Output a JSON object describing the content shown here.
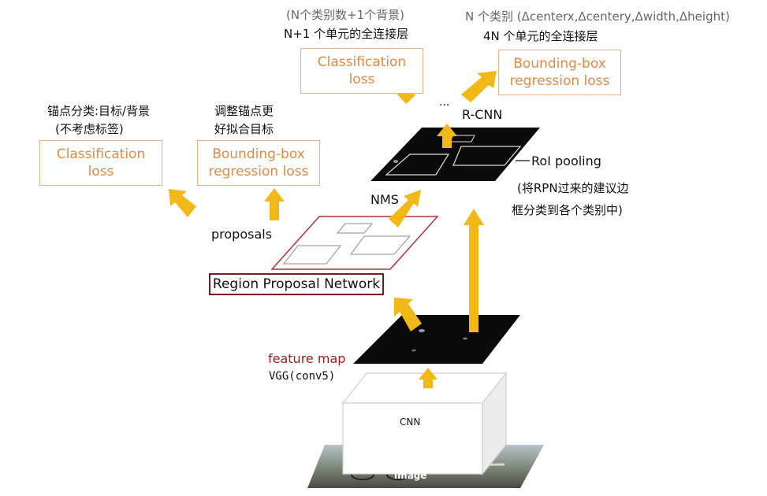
{
  "n_classes_bg_note": "(N个类别数+1个背景)",
  "fc_cls_note": "N+1 个单元的全连接层",
  "n_classes_delta_note": "N 个类别 (Δcenterx,Δcentery,Δwidth,Δheight)",
  "fc_reg_note": "4N 个单元的全连接层",
  "rcnn_cls_box": [
    "Classification",
    "loss"
  ],
  "rcnn_reg_box": [
    "Bounding-box",
    "regression loss"
  ],
  "ellipsis": "...",
  "rcnn_label": "R-CNN",
  "roi_pooling_label": "RoI pooling",
  "roi_note": [
    "(将RPN过来的建议边",
    "框分类到各个类别中)"
  ],
  "nms_label": "NMS",
  "rpn_cls_note": [
    "锚点分类:目标/背景",
    "(不考虑标签)"
  ],
  "rpn_reg_note": [
    "调整锚点更",
    "好拟合目标"
  ],
  "rpn_cls_box": [
    "Classification",
    "loss"
  ],
  "rpn_reg_box": [
    "Bounding-box",
    "regression loss"
  ],
  "proposals_label": "proposals",
  "rpn_label": "Region Proposal Network",
  "feature_map_label": "feature map",
  "vgg_label": "VGG(conv5)",
  "cnn_label": "CNN",
  "image_label": "image",
  "colors": {
    "arrow": "#f2b818",
    "loss_box_border": "#e6b48a",
    "loss_box_text": "#e08a46",
    "rpn_border": "#7a1b22",
    "proposal_plane_border": "#b0303a",
    "feature_map_fill": "#0a0a0a",
    "feature_label_color": "#a01d1d"
  }
}
